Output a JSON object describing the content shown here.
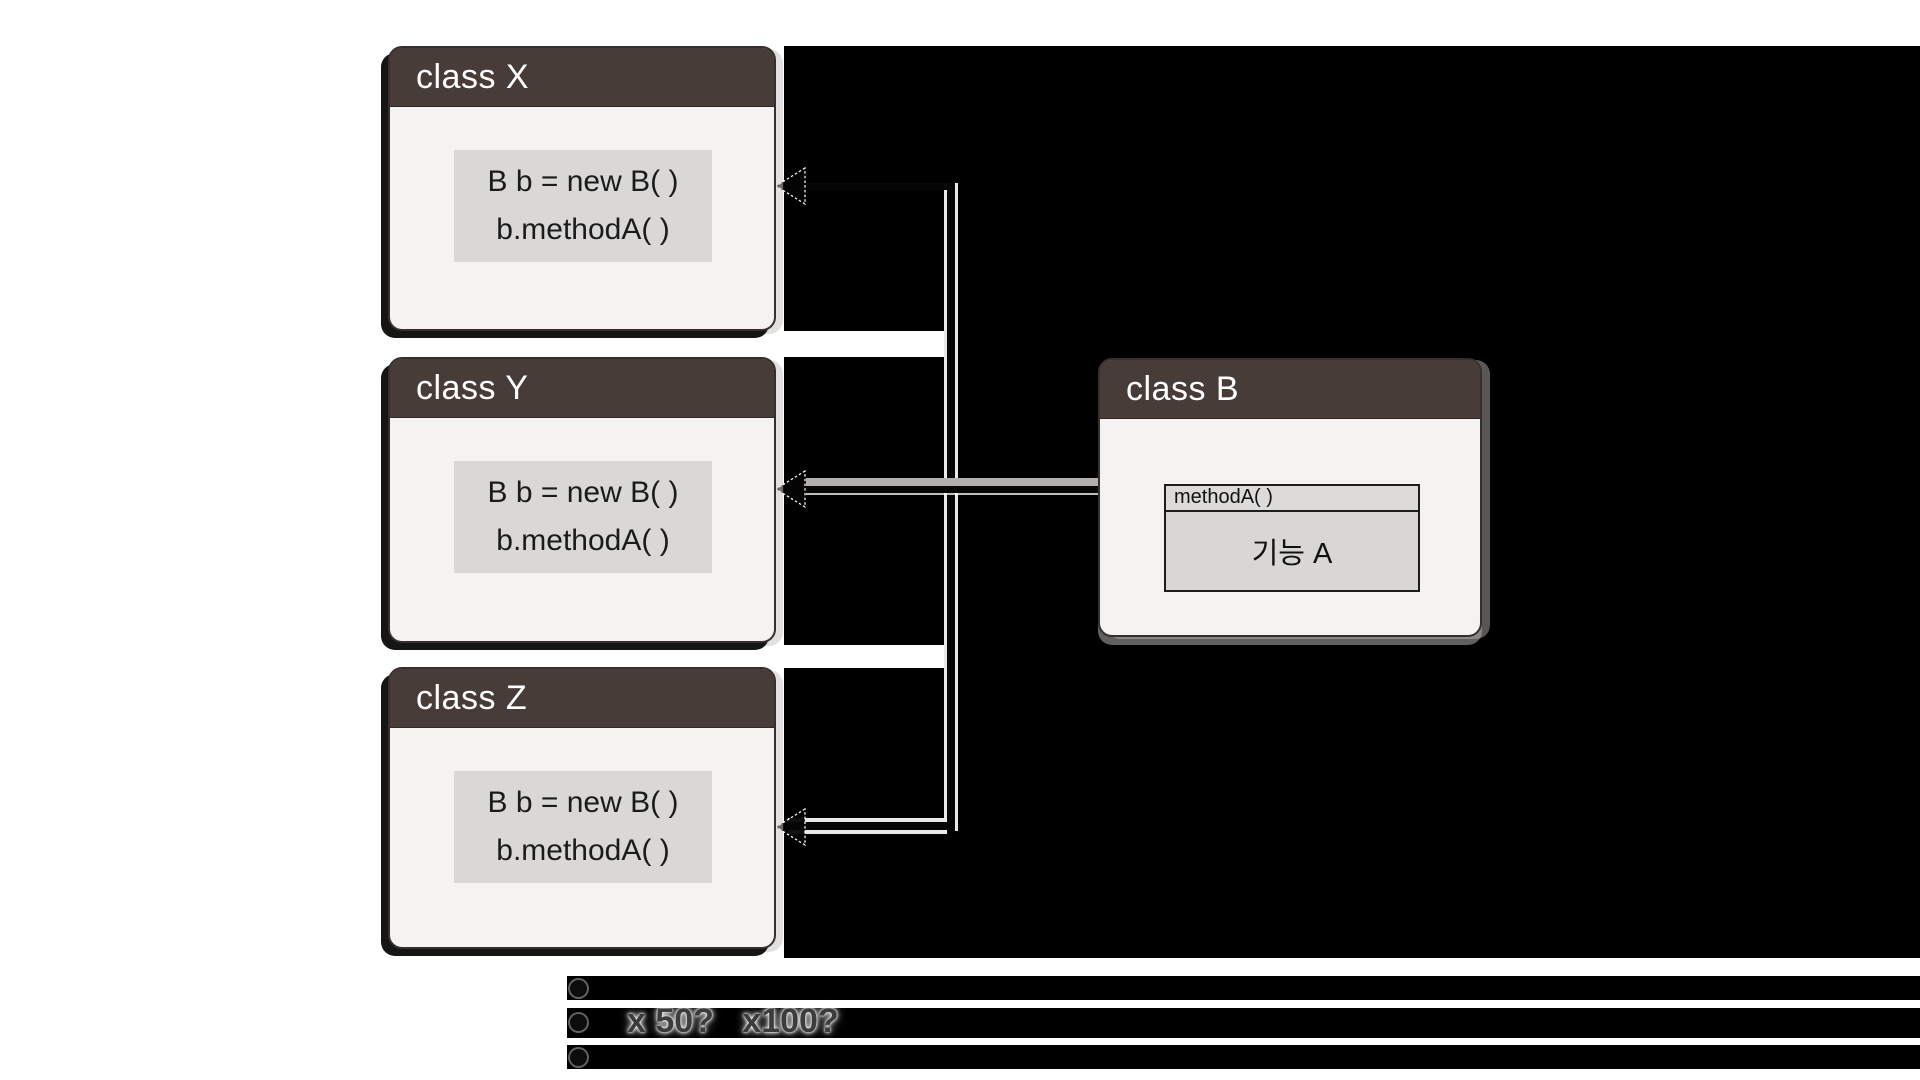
{
  "diagram": {
    "cards": [
      {
        "title": "class X",
        "code": [
          "B b = new B( )",
          "b.methodA( )"
        ]
      },
      {
        "title": "class Y",
        "code": [
          "B b = new B( )",
          "b.methodA( )"
        ]
      },
      {
        "title": "class Z",
        "code": [
          "B b = new B( )",
          "b.methodA( )"
        ]
      }
    ],
    "provider_card": {
      "title": "class B",
      "method_header": "methodA( )",
      "method_body": "기능 A"
    }
  },
  "annotations": {
    "bullet_lines": [
      {
        "text": ""
      },
      {
        "text": "x 50?   x100?"
      },
      {
        "text": ""
      }
    ]
  },
  "colors": {
    "card_header": "#483c39",
    "card_body": "#f4f3f2",
    "code_bg": "#d9d8d6",
    "table_header_bg": "#dcdbd9",
    "table_body_bg": "#d8d7d5",
    "redaction_black": "#000000",
    "canvas_white": "#ffffff",
    "connector": "#060606",
    "connector_halo": "#e9e9e9"
  }
}
